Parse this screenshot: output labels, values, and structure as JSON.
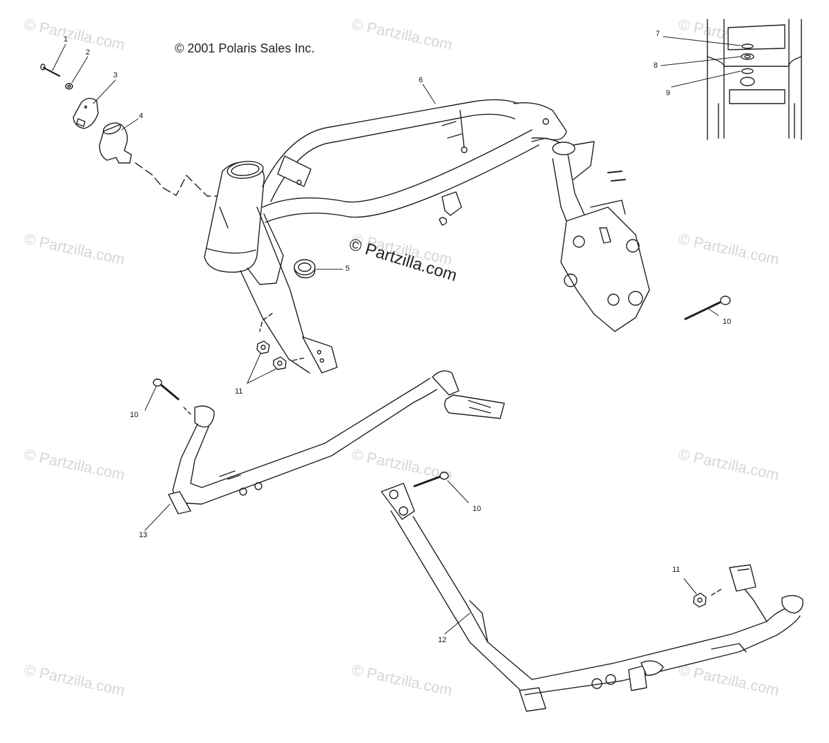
{
  "copyright": "© 2001 Polaris Sales Inc.",
  "center_watermark": "© Partzilla.com",
  "watermarks": [
    "© Partzilla.com",
    "© Partzilla.com",
    "© Partzilla.com",
    "© Partzilla.com",
    "© Partzilla.com",
    "© Partzilla.com",
    "© Partzilla.com",
    "© Partzilla.com",
    "© Partzilla.com",
    "© Partzilla.com",
    "© Partzilla.com",
    "© Partzilla.com"
  ],
  "callouts": [
    "1",
    "2",
    "3",
    "4",
    "5",
    "6",
    "7",
    "8",
    "9",
    "10",
    "11",
    "10",
    "13",
    "10",
    "11",
    "12"
  ],
  "colors": {
    "line": "#1e1e1e",
    "watermark": "#d6d6d6",
    "fill": "#ffffff"
  }
}
